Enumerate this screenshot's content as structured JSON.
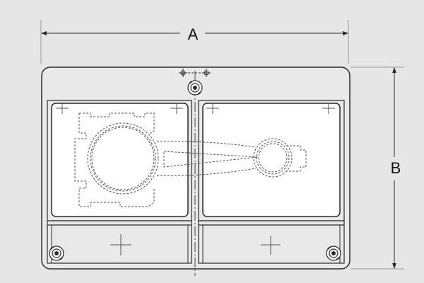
{
  "dimensions": {
    "width_label": "A",
    "height_label": "B"
  },
  "colors": {
    "background": "#e6e6e6",
    "line": "#2b2b2b",
    "dashed": "#555555",
    "guide": "#9a9a9a",
    "fill": "#ffffff"
  },
  "parts": {
    "plate_corner_screws": 3,
    "upper_pockets": 2,
    "lower_pockets": 2,
    "cross_markers": 6
  }
}
